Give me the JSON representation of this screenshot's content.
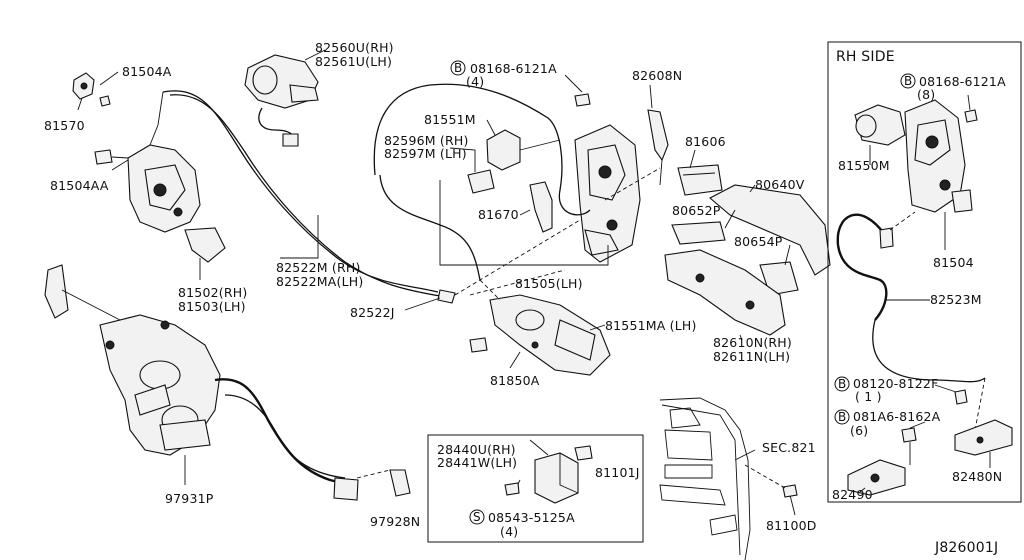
{
  "diagram": {
    "drawing_code": "J826001J",
    "rh_panel": {
      "title": "RH SIDE",
      "labels": {
        "bolt_b": "08168-6121A",
        "bolt_b_qty": "(8)",
        "p81550m": "81550M",
        "p81504": "81504",
        "p82523m": "82523M",
        "bolt_b2": "08120-8122F",
        "bolt_b2_qty": "( 1 )",
        "bolt_b3": "081A6-8162A",
        "bolt_b3_qty": "(6)",
        "p82480n": "82480N",
        "p82490": "82490"
      }
    },
    "parts_box": {
      "labels": {
        "p28440u": "28440U(RH)",
        "p28441w": "28441W(LH)",
        "p81101j": "81101J",
        "screw_s": "08543-5125A",
        "screw_s_qty": "(4)"
      }
    },
    "labels": {
      "p81504a": "81504A",
      "p81570": "81570",
      "p81504aa": "81504AA",
      "p81502": "81502(RH)",
      "p81503": "81503(LH)",
      "p82560u": "82560U(RH)",
      "p82561u": "82561U(LH)",
      "p82522m": "82522M  (RH)",
      "p82522ma": "82522MA(LH)",
      "p82522j": "82522J",
      "p97931p": "97931P",
      "p97928n": "97928N",
      "bolt_top": "08168-6121A",
      "bolt_top_qty": "(4)",
      "p81551m": "81551M",
      "p82596m": "82596M (RH)",
      "p82597m": "82597M (LH)",
      "p81670": "81670",
      "p81505": "81505(LH)",
      "p81551ma": "81551MA (LH)",
      "p81850a": "81850A",
      "p82608n": "82608N",
      "p81606": "81606",
      "p80640v": "80640V",
      "p80652p": "80652P",
      "p80654p": "80654P",
      "p82610n": "82610N(RH)",
      "p82611n": "82611N(LH)",
      "sec821": "SEC.821",
      "p81100d": "81100D"
    },
    "badges": {
      "b": "B",
      "s": "S"
    }
  }
}
